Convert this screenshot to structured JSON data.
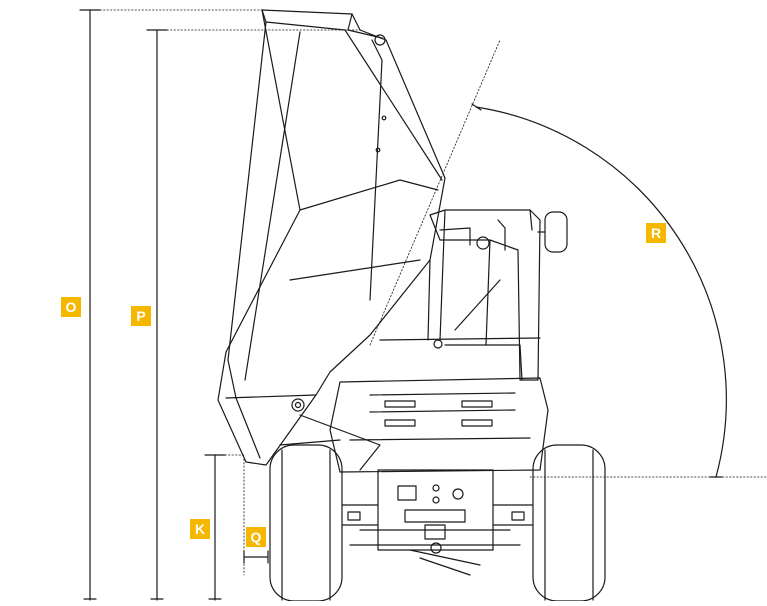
{
  "labels": {
    "O": "O",
    "P": "P",
    "K": "K",
    "Q": "Q",
    "R": "R"
  },
  "colors": {
    "badge": "#f5b700",
    "badge_text": "#ffffff",
    "line": "#1a1a1a"
  }
}
